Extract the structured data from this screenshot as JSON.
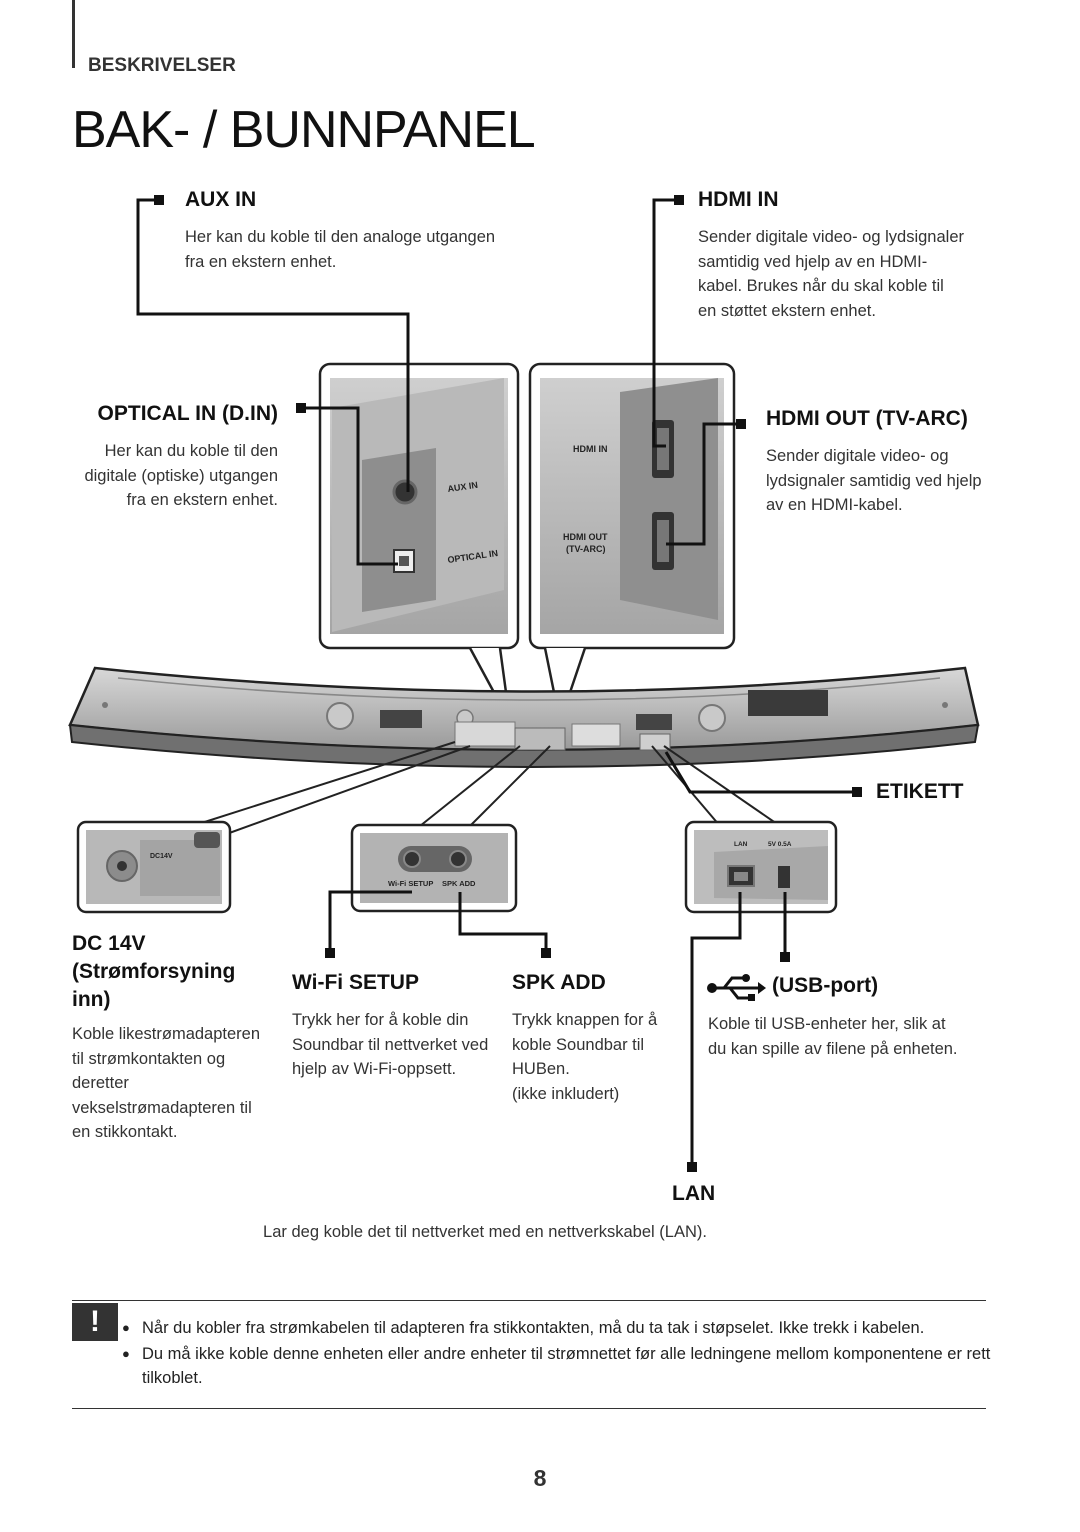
{
  "header": {
    "section": "BESKRIVELSER",
    "title": "BAK- / BUNNPANEL"
  },
  "aux_in": {
    "heading": "AUX IN",
    "text": [
      "Her kan du koble til den analoge utgangen",
      "fra en ekstern enhet."
    ]
  },
  "hdmi_in": {
    "heading": "HDMI IN",
    "text": [
      "Sender digitale video- og lydsignaler",
      "samtidig ved hjelp av en HDMI-",
      "kabel. Brukes når du skal koble til",
      "en støttet ekstern enhet."
    ]
  },
  "optical_in": {
    "heading": "OPTICAL IN (D.IN)",
    "text": [
      "Her kan du koble til den",
      "digitale (optiske) utgangen",
      "fra en ekstern enhet."
    ]
  },
  "hdmi_out": {
    "heading": "HDMI OUT (TV-ARC)",
    "text": [
      "Sender digitale video- og",
      "lydsignaler samtidig ved hjelp",
      "av en HDMI-kabel."
    ]
  },
  "etikett": {
    "heading": "ETIKETT"
  },
  "dc": {
    "heading": [
      "DC 14V",
      "(Strømforsyning",
      "inn)"
    ],
    "text": [
      "Koble likestrømadapteren",
      "til strømkontakten og",
      "deretter",
      "vekselstrømadapteren til",
      "en stikkontakt."
    ]
  },
  "wifi": {
    "heading": "Wi-Fi SETUP",
    "text": [
      "Trykk her for å koble din",
      "Soundbar til nettverket ved",
      "hjelp av Wi-Fi-oppsett."
    ]
  },
  "spk": {
    "heading": "SPK ADD",
    "text": [
      "Trykk knappen for å",
      "koble Soundbar til",
      "HUBen.",
      "(ikke inkludert)"
    ]
  },
  "usb": {
    "heading": "(USB-port)",
    "icon": "usb-icon",
    "text": [
      "Koble til USB-enheter her, slik at",
      "du kan spille av filene på enheten."
    ]
  },
  "lan": {
    "heading": "LAN",
    "text": "Lar deg koble det til nettverket med en nettverkskabel (LAN)."
  },
  "panel_labels": {
    "aux": "AUX IN",
    "optical": "OPTICAL IN",
    "hdmi_in": "HDMI IN",
    "hdmi_out": "HDMI OUT",
    "tv_arc": "(TV-ARC)",
    "dc": "DC14V",
    "wifi": "Wi-Fi SETUP",
    "spk": "SPK ADD",
    "lan": "LAN",
    "usb": "5V 0.5A"
  },
  "note": {
    "icon": "!",
    "bullets": [
      "Når du kobler fra strømkabelen til adapteren fra stikkontakten, må du ta tak i støpselet. Ikke trekk i kabelen.",
      "Du må ikke koble denne enheten eller andre enheter til strømnettet før alle ledningene mellom komponentene er rett tilkoblet."
    ]
  },
  "page_number": "8"
}
